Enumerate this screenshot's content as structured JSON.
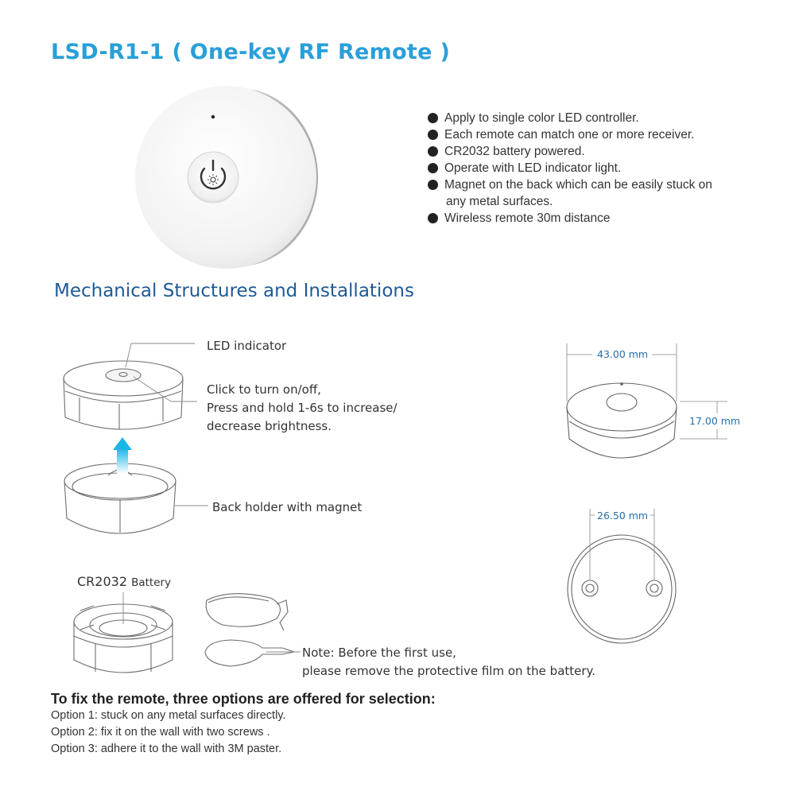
{
  "header": {
    "title": "LSD-R1-1 ( One-key RF Remote )"
  },
  "features": [
    "Apply to single color LED controller.",
    "Each remote can match one or more receiver.",
    "CR2032 battery powered.",
    "Operate with LED indicator light.",
    "Magnet on the back which can be easily stuck on",
    "Wireless remote 30m distance"
  ],
  "features_continuation": "any metal surfaces.",
  "section": {
    "title": "Mechanical Structures and Installations"
  },
  "labels": {
    "led_indicator": "LED indicator",
    "click_line1": "Click to turn on/off,",
    "click_line2": "Press and hold 1-6s to increase/",
    "click_line3": "decrease brightness.",
    "back_holder": "Back holder with magnet",
    "battery_model": "CR2032",
    "battery_word": "Battery",
    "note_label": "Note:",
    "note_line1": "Before the first use,",
    "note_line2": "please remove the protective film on the battery."
  },
  "dimensions": {
    "width": "43.00 mm",
    "height": "17.00 mm",
    "hole_spacing": "26.50 mm"
  },
  "fixing": {
    "title": "To fix the remote, three options are offered for selection:",
    "options": [
      "Option 1: stuck on any metal surfaces directly.",
      "Option 2: fix it on the wall with two screws .",
      "Option 3: adhere it to the wall with 3M paster."
    ]
  },
  "colors": {
    "title_blue": "#2a9fd8",
    "section_blue": "#1f5a96",
    "dimension_blue": "#2a6fa8",
    "arrow_cyan": "#19b6e6"
  }
}
